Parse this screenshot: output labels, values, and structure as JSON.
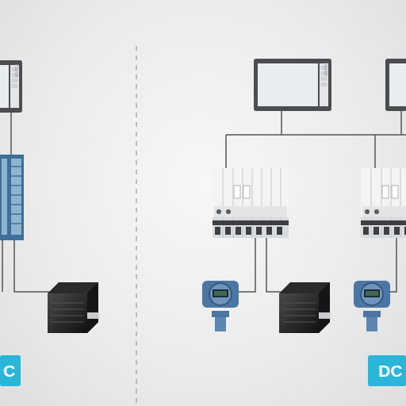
{
  "diagram": {
    "nodes": [
      {
        "text": [
          "C"
        ]
      },
      {
        "text": [
          "DC"
        ]
      }
    ],
    "labels": [
      "TOUCH",
      "TOUCH"
    ]
  }
}
